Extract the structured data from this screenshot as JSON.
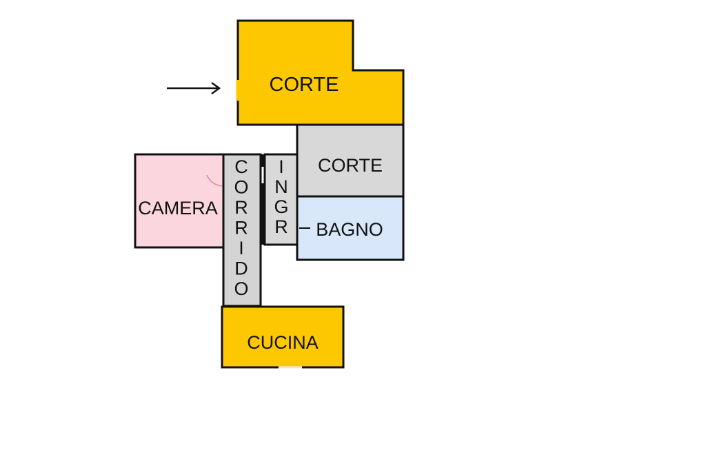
{
  "colors": {
    "corte_outer": "#fdc800",
    "corte_inner": "#d8d8d8",
    "camera": "#fbd6de",
    "corridoio": "#d4d4d4",
    "ingresso": "#d9d9d9",
    "bagno": "#d8e8fa",
    "cucina": "#fdc800",
    "wall": "#111111"
  },
  "rooms": {
    "corte_outer": {
      "label": "CORTE"
    },
    "corte_inner": {
      "label": "CORTE"
    },
    "camera": {
      "label": "CAMERA"
    },
    "corridoio": {
      "letters": [
        "C",
        "O",
        "R",
        "R",
        "I",
        "D",
        "O"
      ]
    },
    "ingresso": {
      "letters": [
        "I",
        "N",
        "G",
        "R"
      ]
    },
    "bagno": {
      "label": "BAGNO"
    },
    "cucina": {
      "label": "CUCINA"
    }
  },
  "icons": {
    "entrance": "arrow-right-icon"
  }
}
